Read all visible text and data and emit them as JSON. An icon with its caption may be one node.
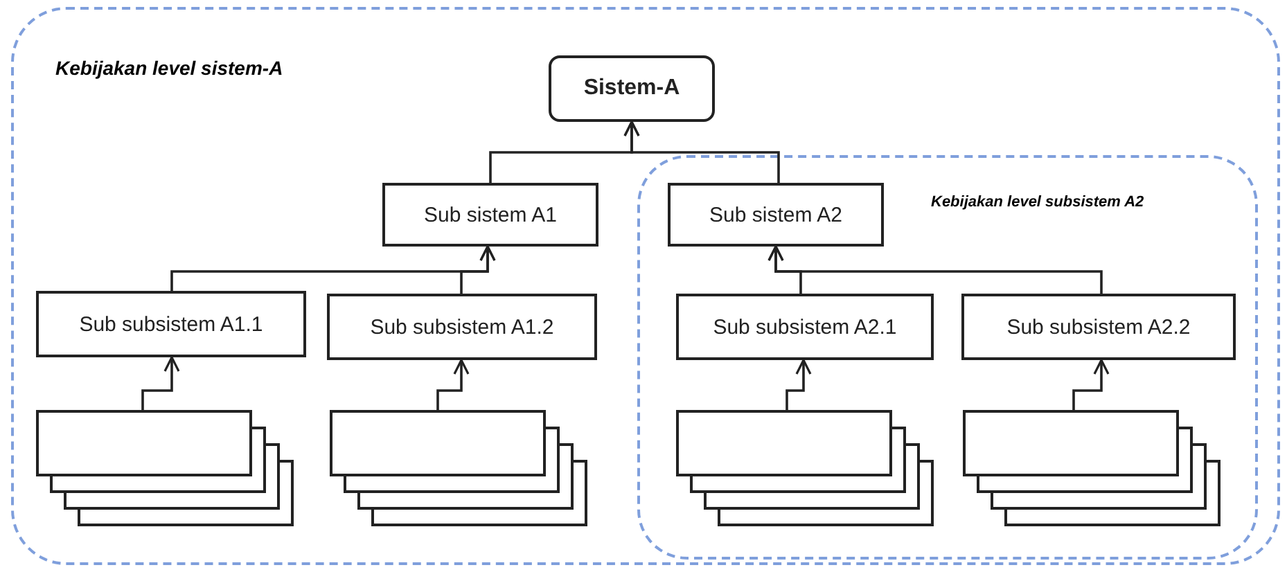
{
  "diagram": {
    "nodes": [
      {
        "text": [
          "Kebijakan level sistem-A"
        ]
      },
      {
        "text": [
          "Sistem-A"
        ],
        "in": 0
      },
      {
        "text": [
          "Sub sistem A1"
        ],
        "in": 0
      },
      {
        "text": [
          "Kebijakan level subsistem A2"
        ],
        "in": 0
      },
      {
        "text": [
          "Sub sistem A2"
        ],
        "in": 3
      },
      {
        "text": [
          "Sub subsistem A1.1"
        ],
        "in": 0
      },
      {
        "text": [
          "Sub subsistem A1.2"
        ],
        "in": 0
      },
      {
        "text": [
          "Sub subsistem A2.1"
        ],
        "in": 3
      },
      {
        "text": [
          "Sub subsistem A2.2"
        ],
        "in": 3
      },
      {
        "text": [],
        "shape": "box",
        "in": 0
      },
      {
        "text": [],
        "shape": "box",
        "in": 0
      },
      {
        "text": [],
        "shape": "box",
        "in": 3
      },
      {
        "text": [],
        "shape": "box",
        "in": 3
      }
    ],
    "edges": [
      {
        "from": 9,
        "to": 5,
        "arrow": "to"
      },
      {
        "from": 10,
        "to": 6,
        "arrow": "to"
      },
      {
        "from": 11,
        "to": 7,
        "arrow": "to"
      },
      {
        "from": 12,
        "to": 8,
        "arrow": "to"
      },
      {
        "from": 5,
        "to": 2,
        "arrow": "to"
      },
      {
        "from": 6,
        "to": 2,
        "arrow": "to"
      },
      {
        "from": 7,
        "to": 4,
        "arrow": "to"
      },
      {
        "from": 8,
        "to": 4,
        "arrow": "to"
      },
      {
        "from": 2,
        "to": 1,
        "arrow": "to"
      },
      {
        "from": 4,
        "to": 1,
        "arrow": "to"
      }
    ]
  }
}
